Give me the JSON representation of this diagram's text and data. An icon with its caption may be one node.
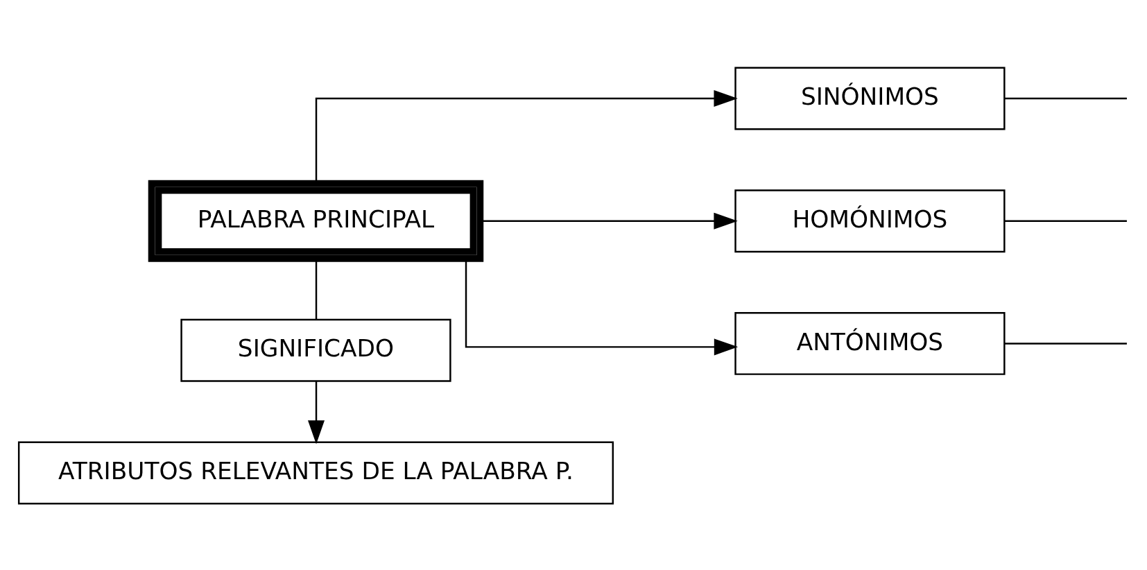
{
  "diagram": {
    "nodes": [
      {
        "text": [
          "PALABRA PRINCIPAL"
        ]
      },
      {
        "text": [
          "SINÓNIMOS"
        ]
      },
      {
        "text": [
          "HOMÓNIMOS"
        ]
      },
      {
        "text": [
          "ANTÓNIMOS"
        ]
      },
      {
        "text": [
          "SIGNIFICADO"
        ]
      },
      {
        "text": [
          "ATRIBUTOS RELEVANTES DE LA PALABRA P."
        ]
      }
    ],
    "edges": [
      {
        "from": 0,
        "to": 1,
        "arrow": "to"
      },
      {
        "from": 0,
        "to": 2,
        "arrow": "to"
      },
      {
        "from": 0,
        "to": 3,
        "arrow": "to"
      },
      {
        "from": 0,
        "to": 4,
        "arrow": "none"
      },
      {
        "from": 4,
        "to": 5,
        "arrow": "to"
      },
      {
        "from": 1,
        "to": null,
        "arrow": "none"
      },
      {
        "from": 2,
        "to": null,
        "arrow": "none"
      },
      {
        "from": 3,
        "to": null,
        "arrow": "none"
      }
    ]
  }
}
